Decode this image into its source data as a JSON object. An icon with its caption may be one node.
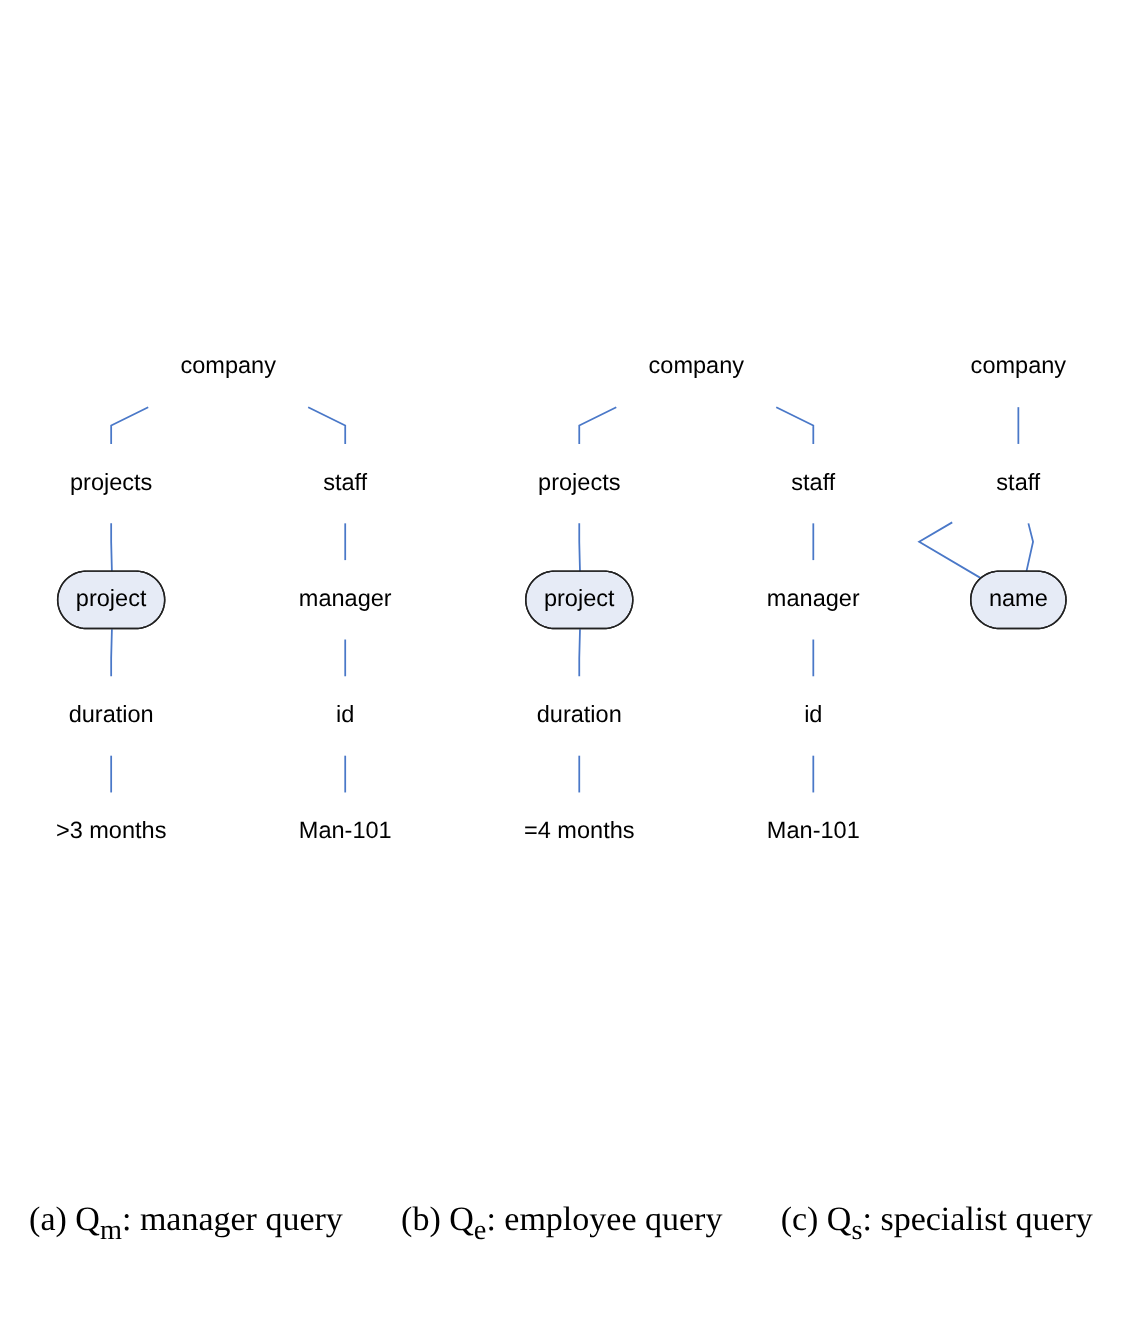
{
  "diagram": {
    "nodes": [
      {
        "text": [
          "company"
        ]
      },
      {
        "text": [
          "projects"
        ]
      },
      {
        "text": [
          "staff"
        ]
      },
      {
        "text": [
          "project"
        ]
      },
      {
        "text": [
          "duration"
        ]
      },
      {
        "text": [
          ">3 months"
        ]
      },
      {
        "text": [
          "manager"
        ]
      },
      {
        "text": [
          "id"
        ]
      },
      {
        "text": [
          "Man-101"
        ]
      },
      {
        "text": [
          "company"
        ]
      },
      {
        "text": [
          "projects"
        ]
      },
      {
        "text": [
          "staff"
        ]
      },
      {
        "text": [
          "project"
        ]
      },
      {
        "text": [
          "duration"
        ]
      },
      {
        "text": [
          "=4 months"
        ]
      },
      {
        "text": [
          "manager"
        ]
      },
      {
        "text": [
          "id"
        ]
      },
      {
        "text": [
          "Man-101"
        ]
      },
      {
        "text": [
          "company"
        ]
      },
      {
        "text": [
          "staff"
        ]
      },
      {
        "text": [
          "name"
        ]
      }
    ],
    "edges": [
      {
        "from": 0,
        "to": 1,
        "arrow": "none"
      },
      {
        "from": 0,
        "to": 2,
        "arrow": "none"
      },
      {
        "from": 1,
        "to": 3,
        "arrow": "none"
      },
      {
        "from": 3,
        "to": 4,
        "arrow": "none"
      },
      {
        "from": 4,
        "to": 5,
        "arrow": "none"
      },
      {
        "from": 2,
        "to": 6,
        "arrow": "none"
      },
      {
        "from": 6,
        "to": 7,
        "arrow": "none"
      },
      {
        "from": 7,
        "to": 8,
        "arrow": "none"
      },
      {
        "from": 9,
        "to": 10,
        "arrow": "none"
      },
      {
        "from": 9,
        "to": 11,
        "arrow": "none"
      },
      {
        "from": 10,
        "to": 12,
        "arrow": "none"
      },
      {
        "from": 12,
        "to": 13,
        "arrow": "none"
      },
      {
        "from": 13,
        "to": 14,
        "arrow": "none"
      },
      {
        "from": 11,
        "to": 15,
        "arrow": "none"
      },
      {
        "from": 15,
        "to": 16,
        "arrow": "none"
      },
      {
        "from": 16,
        "to": 17,
        "arrow": "none"
      },
      {
        "from": 18,
        "to": 19,
        "arrow": "none"
      },
      {
        "from": 19,
        "to": 20,
        "arrow": "none"
      },
      {
        "from": 19,
        "to": 20,
        "arrow": "none"
      }
    ],
    "labels": [
      "(a) Q$_{m}$: manager query",
      "(b) Q$_{e}$: employee query",
      "(c) Q$_{s}$: specialist query"
    ]
  }
}
